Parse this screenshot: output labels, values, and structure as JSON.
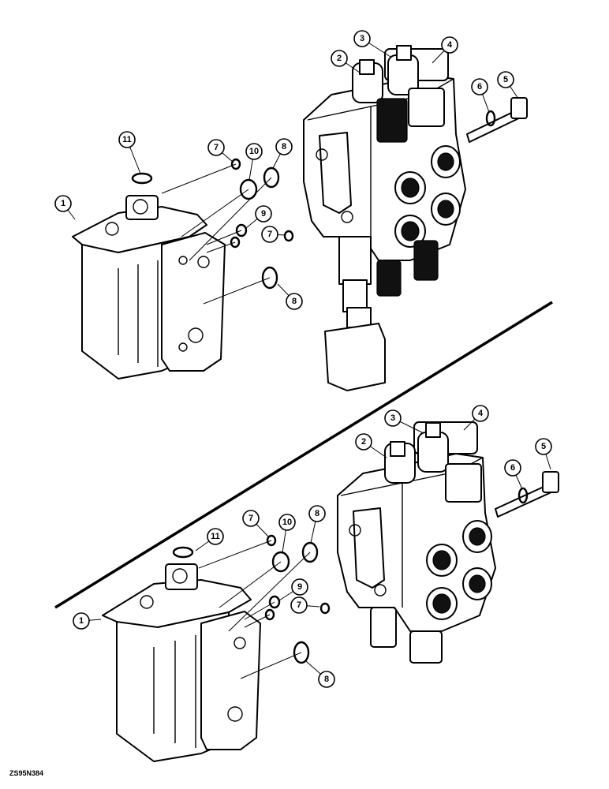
{
  "drawing_code": "ZS95N384",
  "callouts": [
    {
      "label": "1"
    },
    {
      "label": "2"
    },
    {
      "label": "3"
    },
    {
      "label": "4"
    },
    {
      "label": "5"
    },
    {
      "label": "6"
    },
    {
      "label": "7"
    },
    {
      "label": "7"
    },
    {
      "label": "8"
    },
    {
      "label": "8"
    },
    {
      "label": "9"
    },
    {
      "label": "10"
    },
    {
      "label": "11"
    },
    {
      "label": "1"
    },
    {
      "label": "2"
    },
    {
      "label": "3"
    },
    {
      "label": "4"
    },
    {
      "label": "5"
    },
    {
      "label": "6"
    },
    {
      "label": "7"
    },
    {
      "label": "7"
    },
    {
      "label": "8"
    },
    {
      "label": "8"
    },
    {
      "label": "9"
    },
    {
      "label": "10"
    },
    {
      "label": "11"
    }
  ]
}
